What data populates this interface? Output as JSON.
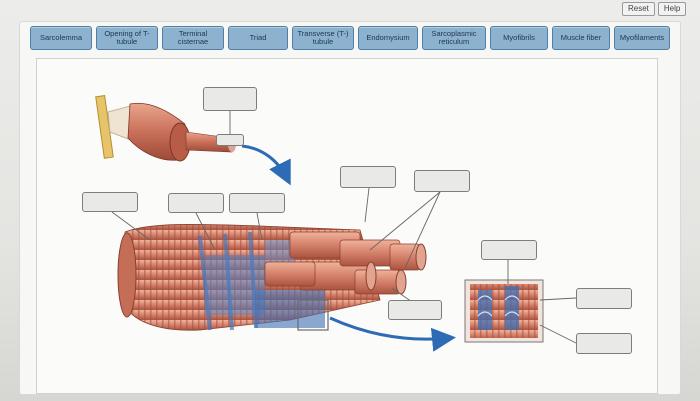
{
  "toolbar": {
    "reset_label": "Reset",
    "help_label": "Help"
  },
  "labels": [
    "Sarcolemma",
    "Opening of T-tubule",
    "Terminal cisternae",
    "Triad",
    "Transverse (T-) tubule",
    "Endomysium",
    "Sarcoplasmic reticulum",
    "Myofibrils",
    "Muscle fiber",
    "Myofilaments"
  ],
  "colors": {
    "chip_bg": "#8db2cf",
    "chip_border": "#4f7fa6",
    "muscle": "#c9705a",
    "tubule_blue": "#3f6fb4",
    "arrow": "#2d6bb5"
  }
}
